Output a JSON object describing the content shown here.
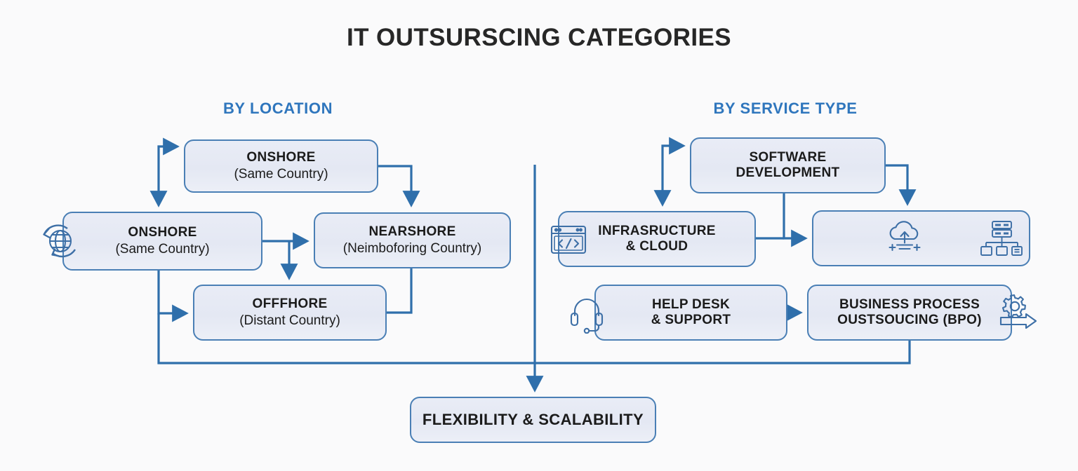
{
  "page": {
    "title": "IT OUTSURSCING CATEGORIES",
    "background_color": "#fafafb",
    "accent_color": "#2f76bd",
    "box_border_color": "#4a7fb5",
    "box_fill_color": "#e7eaf4",
    "title_color": "#272727"
  },
  "columns": {
    "left": {
      "heading": "BY LOCATION"
    },
    "right": {
      "heading": "BY SERVICE TYPE"
    }
  },
  "nodes": {
    "onshore_top": {
      "line1": "ONSHORE",
      "line2": "(Same Country)"
    },
    "onshore_main": {
      "line1": "ONSHORE",
      "line2": "(Same Country)"
    },
    "nearshore": {
      "line1": "NEARSHORE",
      "line2": "(Neimboforing Country)"
    },
    "offshore": {
      "line1": "OFFFHORE",
      "line2": "(Distant Country)"
    },
    "software_development": {
      "line1": "SOFTWARE",
      "line2": "DEVELOPMENT"
    },
    "infrastructure_cloud": {
      "line1": "INFRASRUCTURE",
      "line2": "& CLOUD"
    },
    "cloud_box": {
      "line1": "",
      "line2": ""
    },
    "help_desk": {
      "line1": "HELP DESK",
      "line2": "& SUPPORT"
    },
    "bpo": {
      "line1": "BUSINESS PROCESS",
      "line2": "OUSTSOUCING (BPO)"
    },
    "flexibility": {
      "line1": "FLEXIBILITY & SCALABILITY"
    }
  },
  "icons": {
    "globe": "globe-rotating-icon",
    "code_window": "code-window-icon",
    "servers": "server-network-icon",
    "cloud_upload": "cloud-upload-icon",
    "headset": "headset-support-icon",
    "gear_arrow": "gear-process-arrow-icon"
  }
}
